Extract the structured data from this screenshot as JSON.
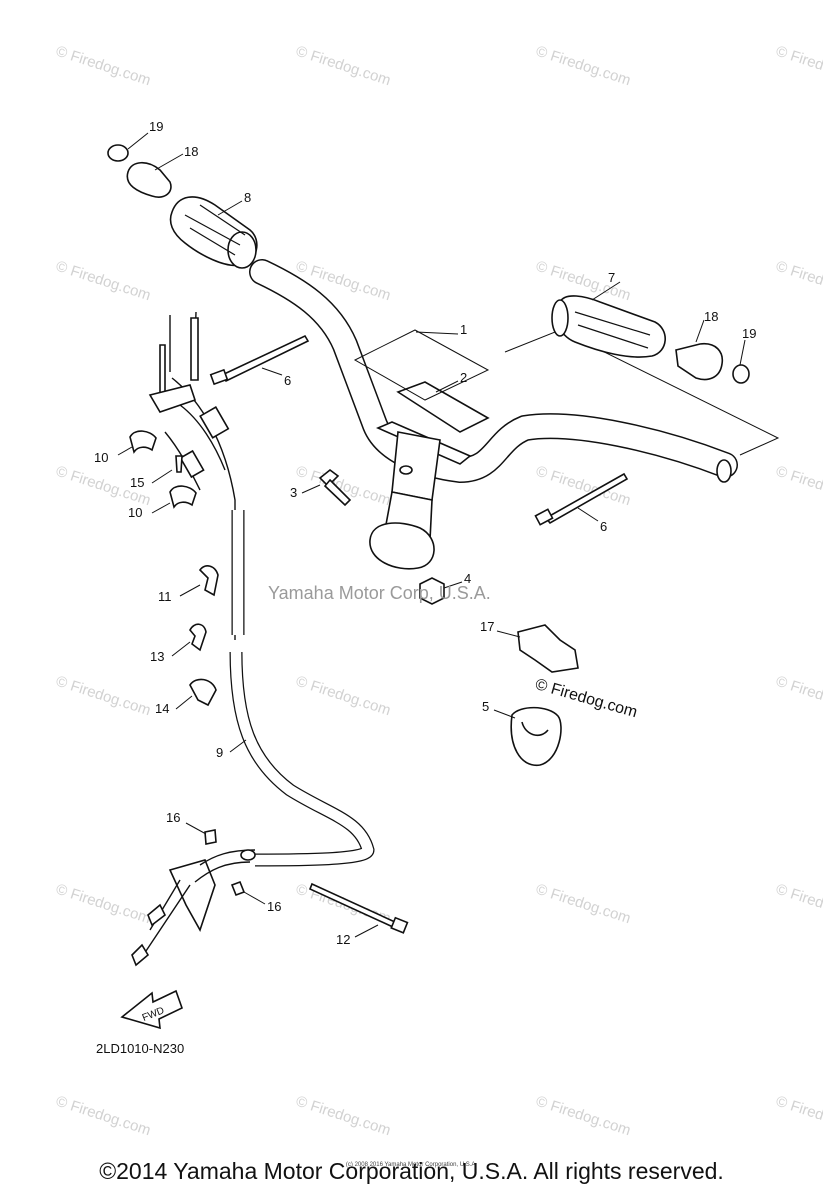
{
  "watermark_text": "© Firedog.com",
  "center_watermark": "Yamaha Motor Corp, U.S.A.",
  "firedog_mark": "© Firedog.com",
  "fwd_label": "FWD",
  "diagram_code": "2LD1010-N230",
  "footer_copyright": "©2014 Yamaha Motor Corporation, U.S.A. All rights reserved.",
  "footer_small_print": "(c) 2008 2016 Yamaha Motor Corporation, U.S.A.",
  "callouts": [
    "19",
    "18",
    "8",
    "7",
    "18",
    "19",
    "1",
    "2",
    "6",
    "6",
    "3",
    "4",
    "10",
    "15",
    "10",
    "11",
    "13",
    "14",
    "9",
    "17",
    "5",
    "16",
    "16",
    "12"
  ]
}
